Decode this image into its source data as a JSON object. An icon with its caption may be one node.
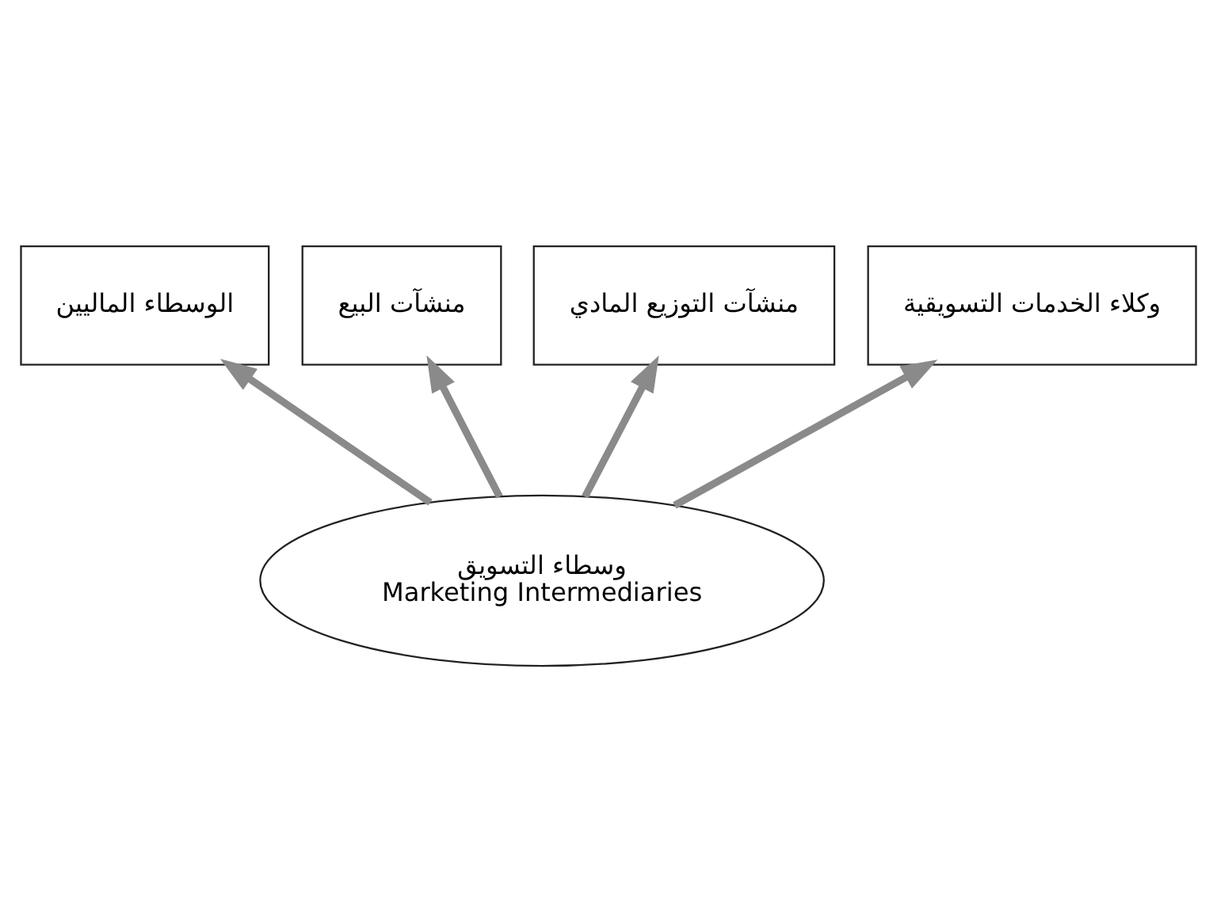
{
  "diagram": {
    "nodes": [
      {
        "text": [
          "الوسطاء الماليين"
        ]
      },
      {
        "text": [
          "منشآت البيع"
        ]
      },
      {
        "text": [
          "منشآت التوزيع المادي"
        ]
      },
      {
        "text": [
          "وكلاء الخدمات التسويقية"
        ]
      },
      {
        "text": [
          "وسطاء التسويق",
          "Marketing Intermediaries"
        ]
      }
    ],
    "edges": [
      {
        "from": 4,
        "to": 0,
        "arrow": "to"
      },
      {
        "from": 4,
        "to": 1,
        "arrow": "to"
      },
      {
        "from": 4,
        "to": 2,
        "arrow": "to"
      },
      {
        "from": 4,
        "to": 3,
        "arrow": "to"
      }
    ]
  }
}
